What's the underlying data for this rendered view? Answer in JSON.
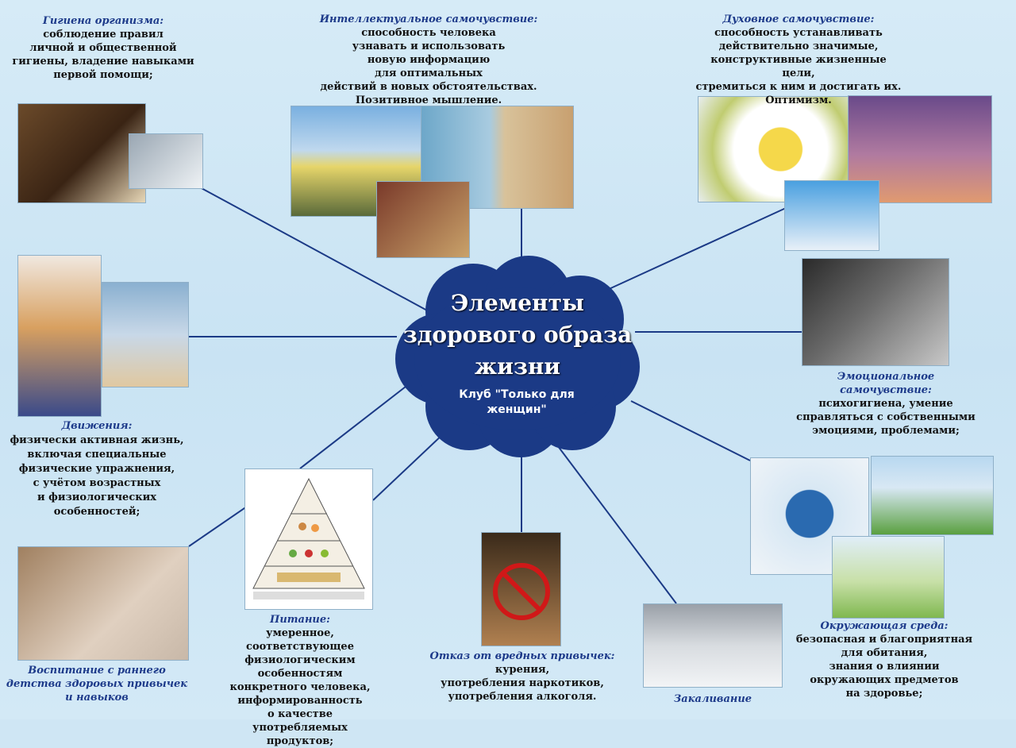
{
  "center": {
    "title": "Элементы здорового образа жизни",
    "subtitle": "Клуб \"Только для женщин\""
  },
  "blocks": {
    "hygiene": {
      "title": "Гигиена организма:",
      "body": "соблюдение правил\nличной и общественной\nгигиены, владение навыками\nпервой помощи;"
    },
    "intellectual": {
      "title": "Интеллектуальное самочувствие:",
      "body": "способность человека\nузнавать и использовать\nновую информацию\nдля оптимальных\nдействий в новых обстоятельствах.\nПозитивное мышление."
    },
    "spiritual": {
      "title": "Духовное самочувствие:",
      "body": "способность устанавливать\nдействительно значимые,\nконструктивные жизненные цели,\nстремиться к ним и достигать их.\nОптимизм."
    },
    "emotional": {
      "title": "Эмоциональное самочувствие:",
      "body": "психогигиена, умение\nсправляться с собственными\nэмоциями, проблемами;"
    },
    "movement": {
      "title": "Движения:",
      "body": "физически активная жизнь,\nвключая специальные\nфизические упражнения,\nс учётом возрастных\nи физиологических\nособенностей;"
    },
    "nutrition": {
      "title": "Питание:",
      "body": "умеренное, соответствующее\nфизиологическим особенностям\nконкретного человека,\nинформированность\nо качестве употребляемых\nпродуктов;"
    },
    "habits": {
      "title": "Отказ от вредных привычек:",
      "body": "курения,\nупотребления наркотиков,\nупотребления алкоголя."
    },
    "education": {
      "title": "Воспитание с раннего\nдетства здоровых привычек\nи навыков",
      "body": ""
    },
    "hardening": {
      "title": "Закаливание",
      "body": ""
    },
    "environment": {
      "title": "Окружающая среда:",
      "body": "безопасная и благоприятная\nдля обитания,\nзнания о влиянии\nокружающих предметов\nна здоровье;"
    }
  },
  "photos": [
    {
      "name": "spa-candles-photo",
      "color_a": "#6b4a2a",
      "color_b": "#e8d8b8"
    },
    {
      "name": "hand-washing-photo",
      "color_a": "#9aa7b3",
      "color_b": "#eef2f5"
    },
    {
      "name": "road-smiley-photo",
      "color_a": "#7ab0e0",
      "color_b": "#5a6a3a"
    },
    {
      "name": "tree-pier-photo",
      "color_a": "#6da7c9",
      "color_b": "#c8a070"
    },
    {
      "name": "books-reader-photo",
      "color_a": "#7a3a2a",
      "color_b": "#c9a26a"
    },
    {
      "name": "smiling-daisy-photo",
      "color_a": "#f5d84a",
      "color_b": "#e8eef0"
    },
    {
      "name": "meditation-silhouette-photo",
      "color_a": "#6a4a8a",
      "color_b": "#e09a70"
    },
    {
      "name": "jumping-woman-photo",
      "color_a": "#4aa0e0",
      "color_b": "#e8f0f8"
    },
    {
      "name": "faces-mirror-photo",
      "color_a": "#2a2a2a",
      "color_b": "#c8c8c8"
    },
    {
      "name": "fitness-women-photo",
      "color_a": "#d8a060",
      "color_b": "#f0e8e0"
    },
    {
      "name": "running-couple-photo",
      "color_a": "#8ab0d0",
      "color_b": "#e0c8a0"
    },
    {
      "name": "family-exercise-photo",
      "color_a": "#a08060",
      "color_b": "#e0d0c0"
    },
    {
      "name": "food-pyramid-photo",
      "color_a": "#ffffff",
      "color_b": "#f2f2f2"
    },
    {
      "name": "no-smoking-photo",
      "color_a": "#3a2a1a",
      "color_b": "#b08050"
    },
    {
      "name": "winter-hardening-photo",
      "color_a": "#9aa0a8",
      "color_b": "#f2f4f6"
    },
    {
      "name": "earth-hands-photo",
      "color_a": "#2a6ab0",
      "color_b": "#f0f4f8"
    },
    {
      "name": "eco-grass-photo",
      "color_a": "#5aa040",
      "color_b": "#b8d8f0"
    },
    {
      "name": "sprout-hands-photo",
      "color_a": "#80b850",
      "color_b": "#e0eef8"
    }
  ],
  "colors": {
    "background": "#cfe6f4",
    "cloud": "#1b3a86",
    "line": "#1b3a86",
    "title_blue": "#1d3a8a"
  }
}
